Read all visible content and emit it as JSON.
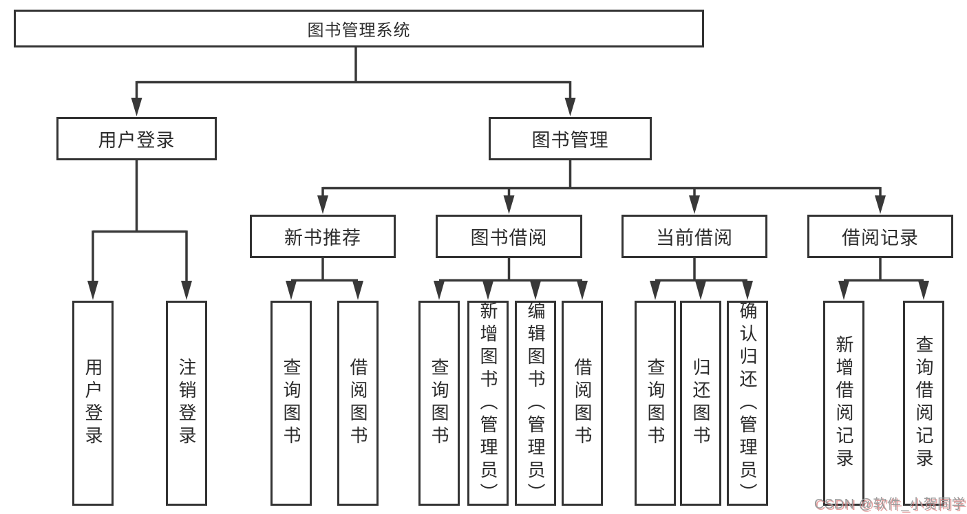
{
  "diagram": {
    "root": {
      "label": "图书管理系统"
    },
    "level2": [
      {
        "label": "用户登录"
      },
      {
        "label": "图书管理"
      }
    ],
    "level3": [
      {
        "label": "新书推荐"
      },
      {
        "label": "图书借阅"
      },
      {
        "label": "当前借阅"
      },
      {
        "label": "借阅记录"
      }
    ],
    "leaves": [
      {
        "label": "用户登录"
      },
      {
        "label": "注销登录"
      },
      {
        "label": "查询图书"
      },
      {
        "label": "借阅图书"
      },
      {
        "label": "查询图书"
      },
      {
        "label": "新增图书（管理员）"
      },
      {
        "label": "编辑图书（管理员）"
      },
      {
        "label": "借阅图书"
      },
      {
        "label": "查询图书"
      },
      {
        "label": "归还图书"
      },
      {
        "label": "确认归还（管理员）"
      },
      {
        "label": "新增借阅记录"
      },
      {
        "label": "查询借阅记录"
      }
    ]
  },
  "watermark": {
    "text": "CSDN @软件_小贺同学"
  },
  "colors": {
    "line": "#383838",
    "box_border": "#333333",
    "box_fill": "#ffffff",
    "text": "#2b2b2b",
    "background": "#ffffff",
    "watermark_gray": "#9c9c9c",
    "watermark_red": "#d96c6c"
  }
}
